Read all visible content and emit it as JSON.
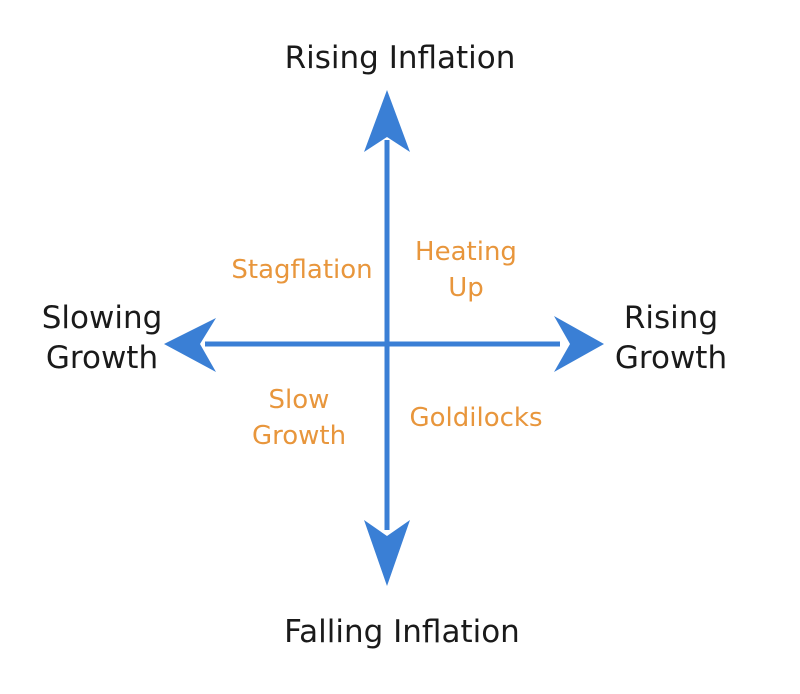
{
  "diagram": {
    "axes": {
      "top": "Rising Inflation",
      "bottom": "Falling Inflation",
      "left": [
        "Slowing",
        "Growth"
      ],
      "right": [
        "Rising",
        "Growth"
      ]
    },
    "quadrants": {
      "top_left": [
        "Stagflation"
      ],
      "top_right": [
        "Heating",
        "Up"
      ],
      "bottom_left": [
        "Slow",
        "Growth"
      ],
      "bottom_right": [
        "Goldilocks"
      ]
    },
    "colors": {
      "arrow": "#3a7fd5",
      "axis_text": "#1a1a1a",
      "quadrant_text": "#e8963c"
    }
  }
}
